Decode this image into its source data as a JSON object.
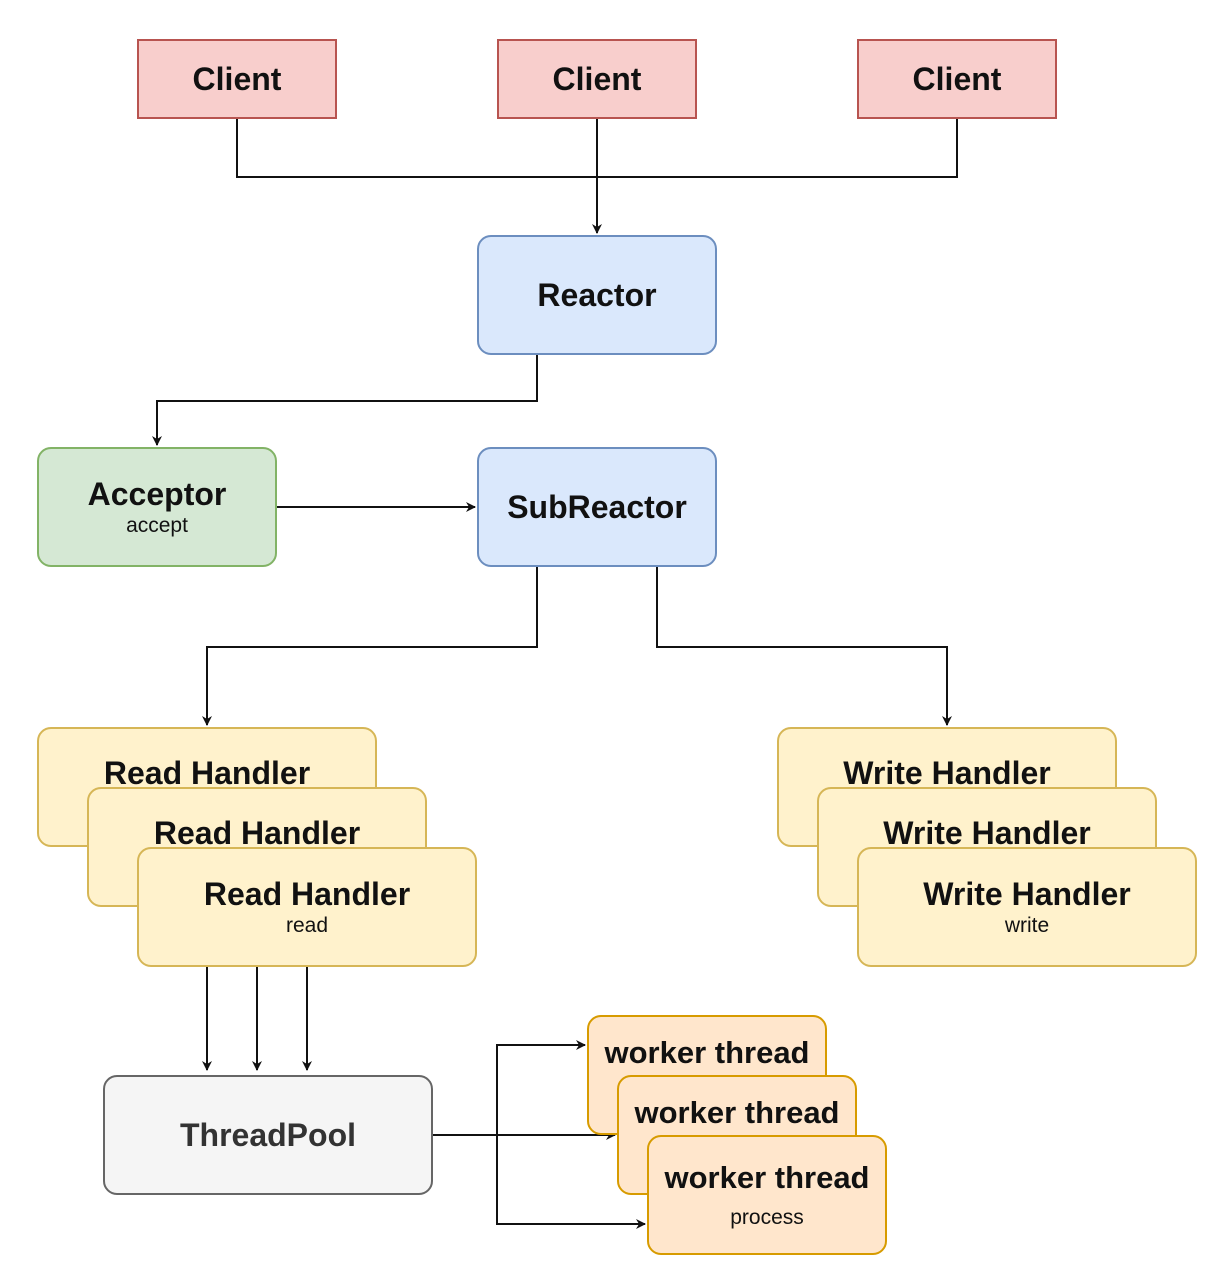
{
  "clients": [
    {
      "label": "Client"
    },
    {
      "label": "Client"
    },
    {
      "label": "Client"
    }
  ],
  "reactor": {
    "label": "Reactor"
  },
  "acceptor": {
    "label": "Acceptor",
    "sub": "accept"
  },
  "subreactor": {
    "label": "SubReactor"
  },
  "read_handlers": {
    "label": "Read Handler",
    "sub": "read"
  },
  "write_handlers": {
    "label": "Write Handler",
    "sub": "write"
  },
  "threadpool": {
    "label": "ThreadPool"
  },
  "workers": {
    "label": "worker thread",
    "sub": "process"
  },
  "colors": {
    "client_fill": "#f8cecc",
    "client_stroke": "#b85450",
    "reactor_fill": "#dae8fc",
    "reactor_stroke": "#6c8ebf",
    "acceptor_fill": "#d5e8d4",
    "acceptor_stroke": "#82b366",
    "handler_fill": "#fff2cc",
    "handler_stroke": "#d6b656",
    "pool_fill": "#f5f5f5",
    "pool_stroke": "#666666",
    "worker_fill": "#ffe6cc",
    "worker_stroke": "#d79b00",
    "edge": "#111111"
  }
}
